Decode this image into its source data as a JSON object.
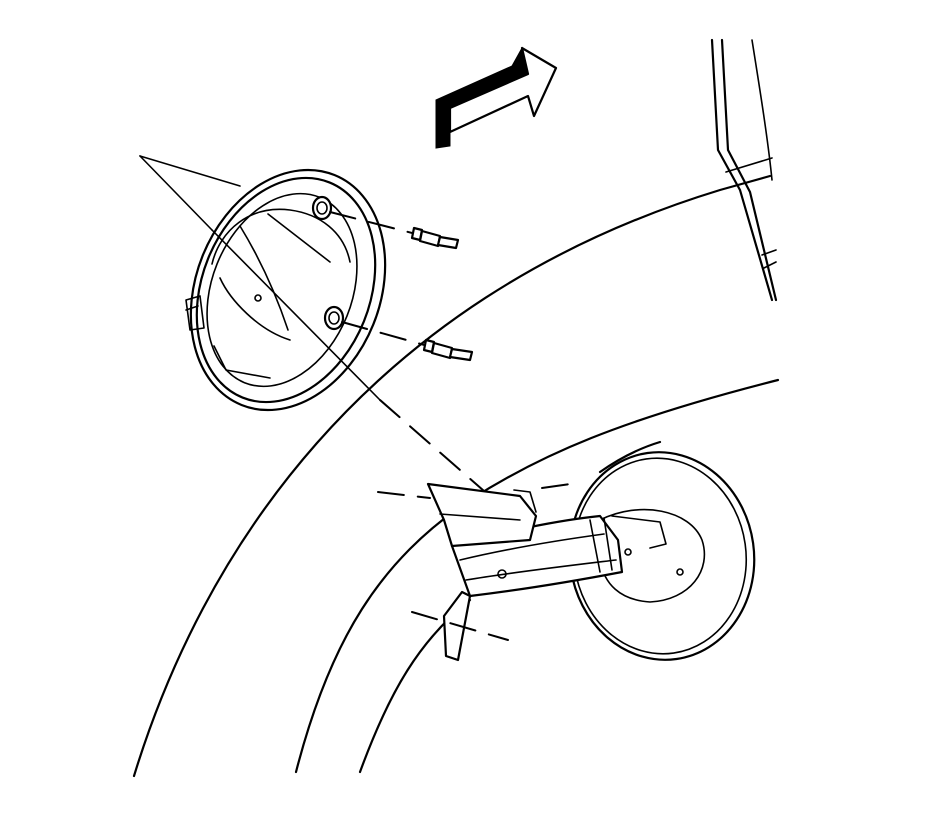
{
  "diagram": {
    "stroke_color": "#000000",
    "background_color": "#ffffff",
    "parts": [
      {
        "id": "fuel-fill-housing",
        "icon": "fuel-door-housing-icon"
      },
      {
        "id": "fastener-upper",
        "icon": "push-pin-fastener-icon"
      },
      {
        "id": "fastener-lower",
        "icon": "push-pin-fastener-icon"
      },
      {
        "id": "fuel-fill-door",
        "icon": "fuel-door-hinge-icon"
      },
      {
        "id": "direction-arrow",
        "icon": "forward-direction-arrow-icon"
      }
    ]
  }
}
